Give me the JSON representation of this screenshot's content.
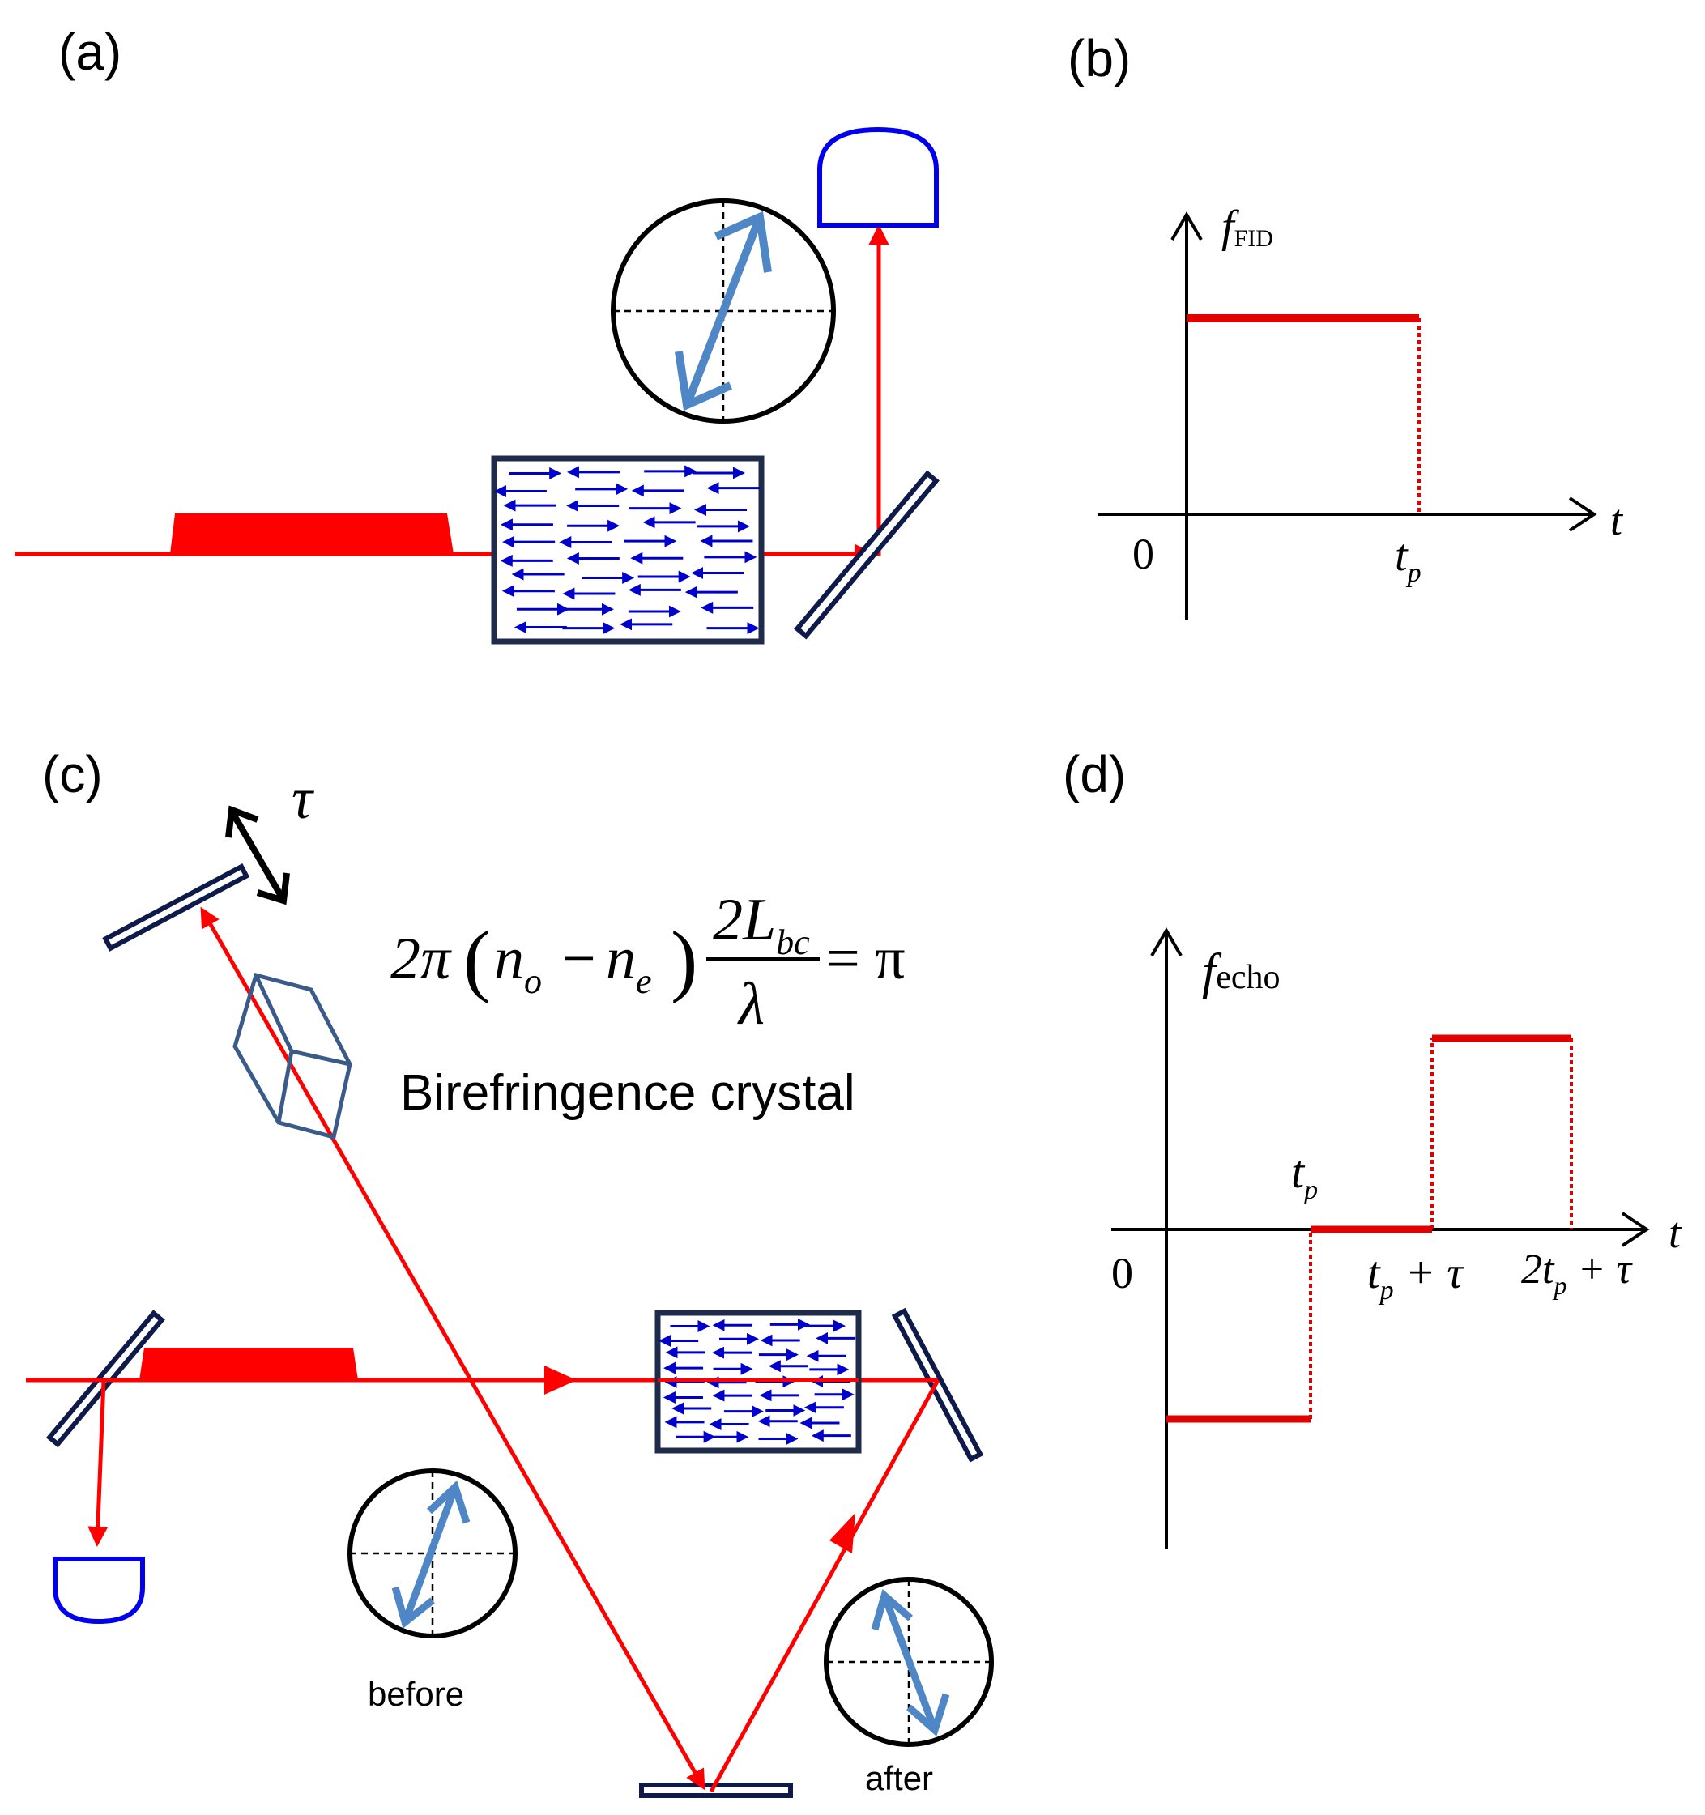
{
  "panels": {
    "a": {
      "label": "(a)"
    },
    "b": {
      "label": "(b)",
      "y_axis_symbol": "f",
      "y_axis_subscript": "FID",
      "x_axis_symbol": "t",
      "origin_label": "0",
      "tick_tp_main": "t",
      "tick_tp_sub": "p"
    },
    "c": {
      "label": "(c)",
      "delay_symbol": "τ",
      "crystal_label": "Birefringence crystal",
      "before_label": "before",
      "after_label": "after",
      "equation": {
        "lhs_prefix": "2π",
        "n_o": "n",
        "n_o_sub": "o",
        "minus": "−",
        "n_e": "n",
        "n_e_sub": "e",
        "numerator": "2L",
        "numerator_sub": "bc",
        "denominator": "λ",
        "rhs": "= π"
      }
    },
    "d": {
      "label": "(d)",
      "y_axis_symbol": "f",
      "y_axis_subscript": "echo",
      "x_axis_symbol": "t",
      "origin_label": "0",
      "tick_tp_main": "t",
      "tick_tp_sub": "p",
      "tick_tp_tau_main": "t",
      "tick_tp_tau_sub": "p",
      "tick_tp_tau_rest": " + τ",
      "tick_2tp_tau_prefix": "2t",
      "tick_2tp_tau_sub": "p",
      "tick_2tp_tau_rest": " + τ"
    }
  },
  "colors": {
    "beam": "#ff0000",
    "detector": "#0000ee",
    "medium_arrows": "#0000cc",
    "medium_border": "#1f2b4a",
    "mirror": "#0d1a4a",
    "polarization": "#4f86c6",
    "crystal": "#3a5a8a",
    "axes": "#000000",
    "signal": "#e00000"
  },
  "icons": {
    "detector_a": "photodetector-icon",
    "detector_c": "photodetector-icon",
    "mirror": "mirror-icon",
    "crystal": "birefringent-crystal-icon",
    "polarization_circle": "polarization-diagram-icon"
  }
}
